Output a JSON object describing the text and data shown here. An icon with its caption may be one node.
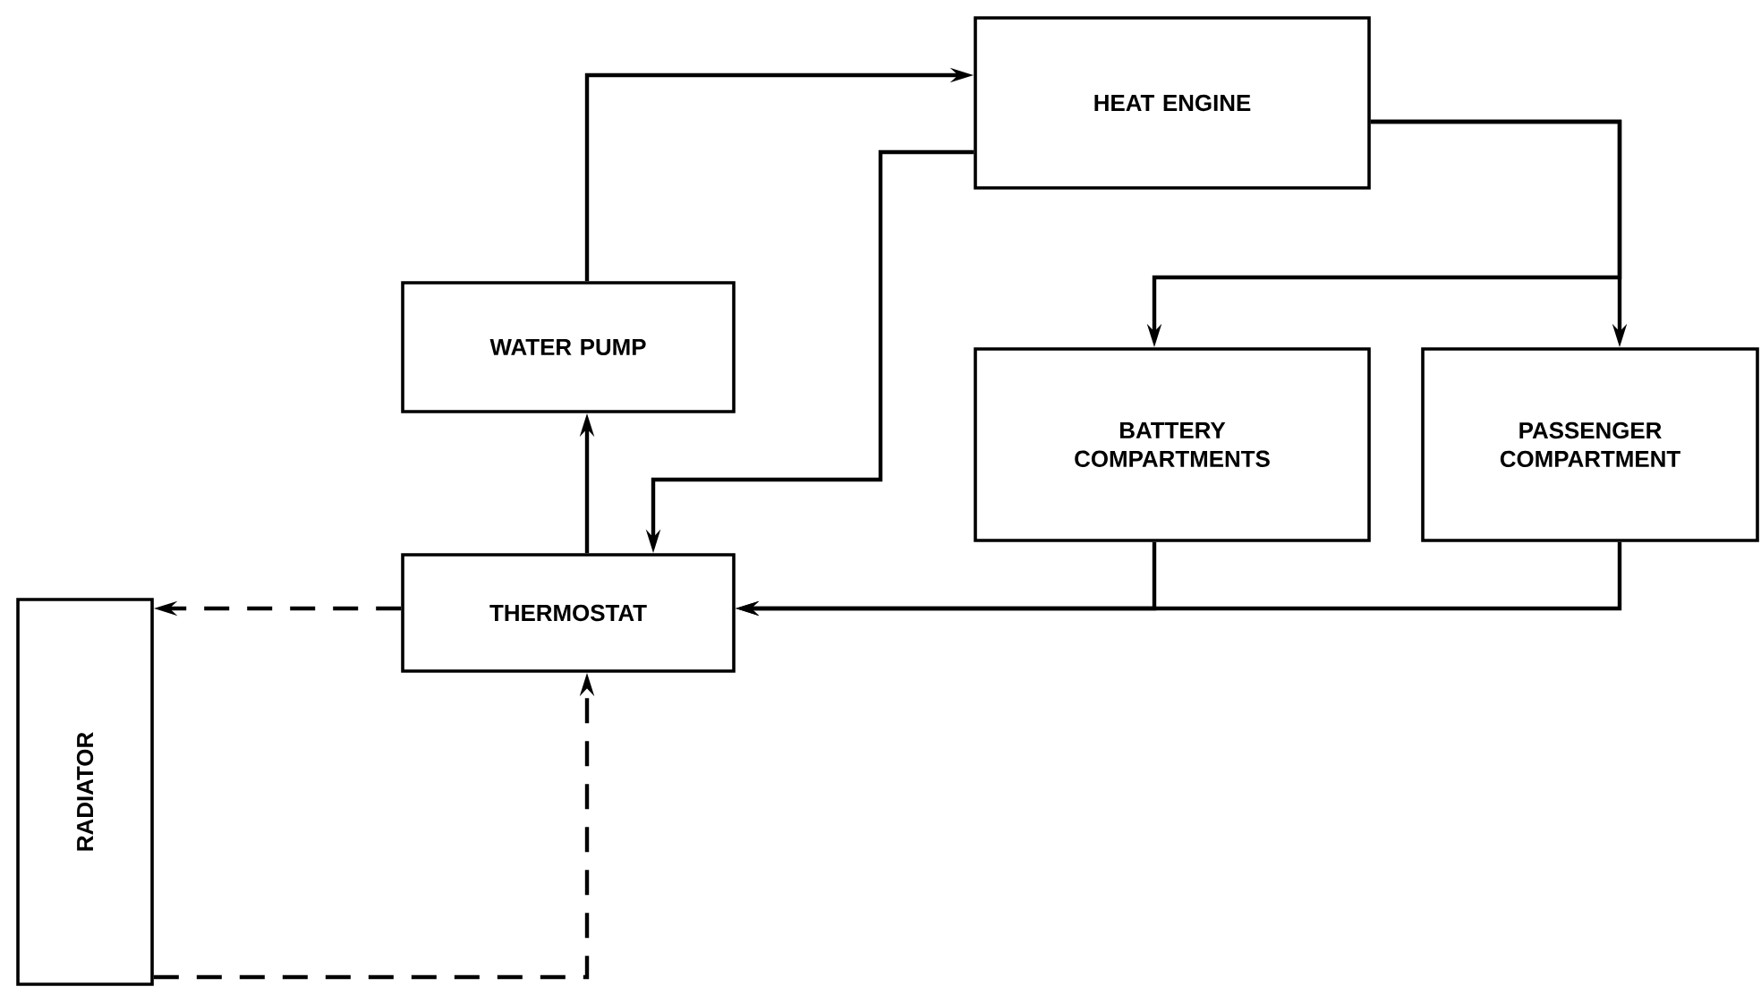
{
  "diagram": {
    "nodes": [
      {
        "text": [
          "HEAT ENGINE"
        ]
      },
      {
        "text": [
          "WATER PUMP"
        ]
      },
      {
        "text": [
          "BATTERY COMPARTMENTS"
        ]
      },
      {
        "text": [
          "PASSENGER COMPARTMENT"
        ]
      },
      {
        "text": [
          "THERMOSTAT"
        ]
      },
      {
        "text": [
          "RADIATOR"
        ]
      }
    ],
    "edges": [
      {
        "from": 1,
        "to": 0,
        "arrow": "to"
      },
      {
        "from": 0,
        "to": 4,
        "arrow": "to"
      },
      {
        "from": 0,
        "to": 2,
        "arrow": "to"
      },
      {
        "from": 0,
        "to": 3,
        "arrow": "to"
      },
      {
        "from": 2,
        "to": 4,
        "arrow": "to"
      },
      {
        "from": 3,
        "to": 4,
        "arrow": "to"
      },
      {
        "from": 4,
        "to": 1,
        "arrow": "to"
      },
      {
        "from": 4,
        "to": 5,
        "arrow": "to",
        "style": "dashed"
      },
      {
        "from": 5,
        "to": 4,
        "arrow": "to",
        "style": "dashed"
      }
    ]
  }
}
